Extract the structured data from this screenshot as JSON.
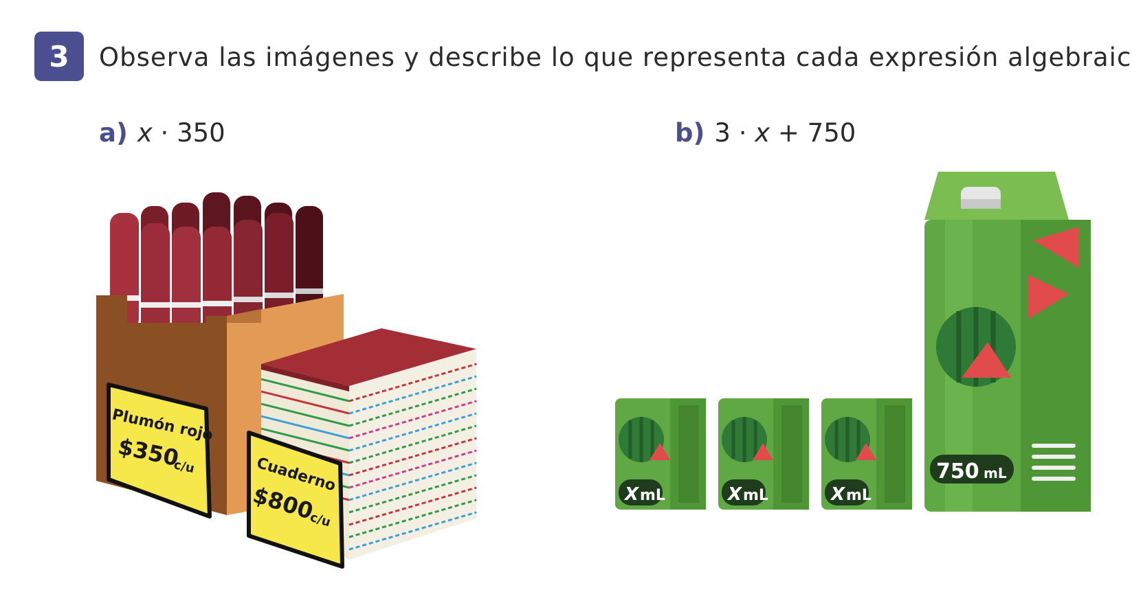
{
  "exercise": {
    "number": "3",
    "instruction": "Observa las imágenes y describe lo que representa cada expresión algebraica."
  },
  "items": [
    {
      "label": "a)",
      "var": "x",
      "rest": " · 350"
    },
    {
      "label": "b)",
      "pre": "3 · ",
      "var": "x",
      "rest": " + 750"
    }
  ],
  "markers": {
    "tag_line1": "Plumón rojo",
    "tag_price": "$350",
    "tag_unit": "c/u"
  },
  "notebooks": {
    "tag_line1": "Cuaderno",
    "tag_price": "$800",
    "tag_unit": "c/u"
  },
  "juice": {
    "small_var": "X",
    "small_unit": "mL",
    "big_value": "750",
    "big_unit": "mL"
  },
  "colors": {
    "badge": "#4b4f8f",
    "carton_green": "#5fa843",
    "tag_yellow": "#f6e84a"
  }
}
